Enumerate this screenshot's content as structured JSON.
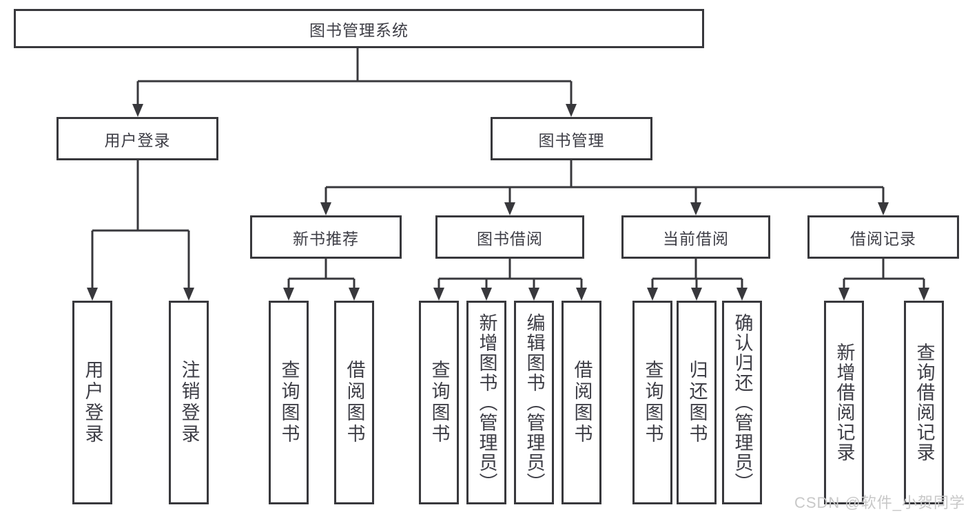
{
  "diagram": {
    "root": "图书管理系统",
    "level2": {
      "user_login": "用户登录",
      "book_mgmt": "图书管理"
    },
    "level3": {
      "new_books": "新书推荐",
      "borrowing": "图书借阅",
      "current": "当前借阅",
      "records": "借阅记录"
    },
    "leaves": {
      "ul_login": "用户登录",
      "ul_logout": "注销登录",
      "nb_query": "查询图书",
      "nb_borrow": "借阅图书",
      "bb_query": "查询图书",
      "bb_add": "新增图书（管理员）",
      "bb_edit": "编辑图书（管理员）",
      "bb_borrow": "借阅图书",
      "cb_query": "查询图书",
      "cb_return": "归还图书",
      "cb_confirm": "确认归还（管理员）",
      "br_add": "新增借阅记录",
      "br_query": "查询借阅记录"
    },
    "watermark": "CSDN @软件_小贺同学"
  },
  "colors": {
    "line": "#38383c",
    "text": "#3e3e46",
    "watermark": "#c8c8c8",
    "background": "#ffffff"
  }
}
